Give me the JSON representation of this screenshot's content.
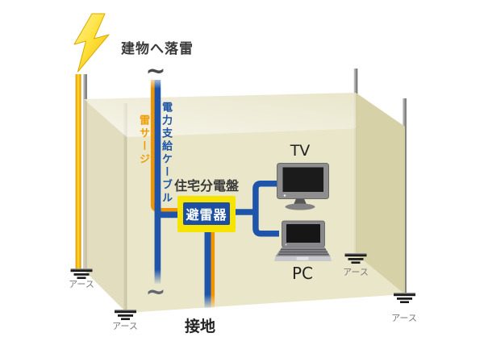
{
  "diagram": {
    "title": "建物へ落雷",
    "cable_labels": {
      "surge": "雷サージ",
      "power": "電力支給ケーブル"
    },
    "board_label": "住宅分電盤",
    "arrester_label": "避雷器",
    "devices": {
      "tv": "TV",
      "pc": "PC"
    },
    "grounding_label": "接地",
    "earth_label": "アース",
    "ac_symbol": "~",
    "colors": {
      "cable_blue": "#1e55ab",
      "surge_orange": "#f09400",
      "panel_yellow": "#f6e400",
      "arrester_blue": "#1c4fa1",
      "bolt_yellow": "#ffe23e"
    }
  }
}
